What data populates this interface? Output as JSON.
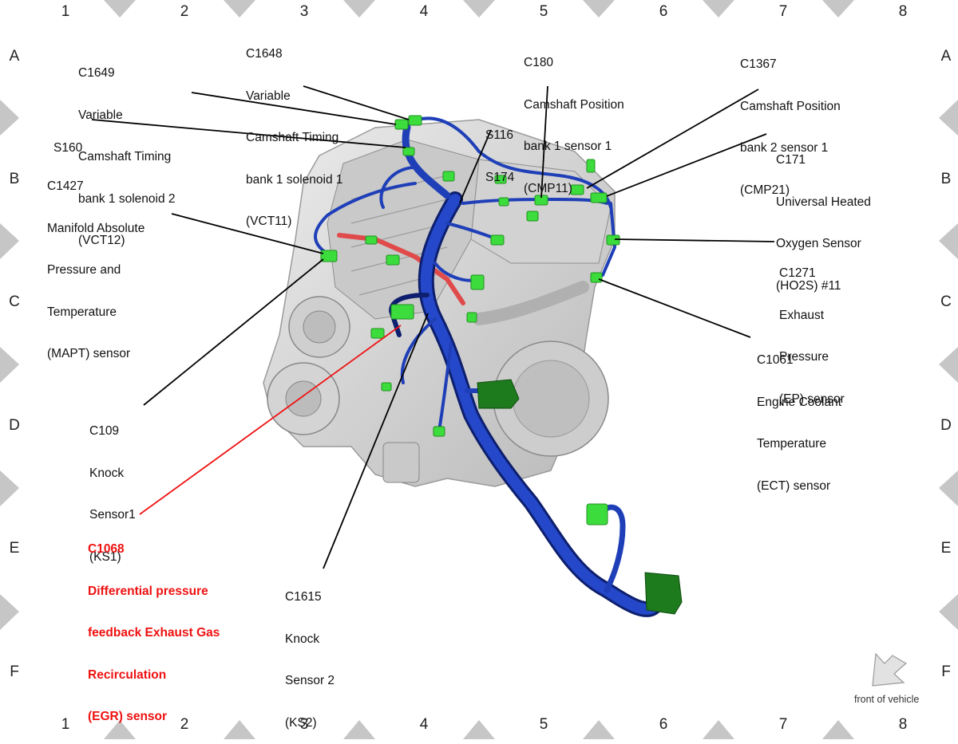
{
  "grid": {
    "columns": [
      "1",
      "2",
      "3",
      "4",
      "5",
      "6",
      "7",
      "8"
    ],
    "rows": [
      "A",
      "B",
      "C",
      "D",
      "E",
      "F"
    ]
  },
  "labels": {
    "c1649": [
      "C1649",
      "Variable",
      "Camshaft Timing",
      "bank 1 solenoid 2",
      "(VCT12)"
    ],
    "s160": [
      "S160"
    ],
    "c1648": [
      "C1648",
      "Variable",
      "Camshaft Timing",
      "bank 1 solenoid 1",
      "(VCT11)"
    ],
    "c180": [
      "C180",
      "Camshaft Position",
      "bank 1 sensor 1",
      "(CMP11)"
    ],
    "s116": [
      "S116",
      "S174"
    ],
    "c1367": [
      "C1367",
      "Camshaft Position",
      "bank 2 sensor 1",
      "(CMP21)"
    ],
    "c171": [
      "C171",
      "Universal Heated",
      "Oxygen Sensor",
      "(HO2S) #11"
    ],
    "c1427": [
      "C1427",
      "Manifold Absolute",
      "Pressure and",
      "Temperature",
      "(MAPT) sensor"
    ],
    "c1271": [
      "C1271",
      "Exhaust",
      "Pressure",
      "(EP) sensor"
    ],
    "c1061": [
      "C1061",
      "Engine Coolant",
      "Temperature",
      "(ECT) sensor"
    ],
    "c109": [
      "C109",
      "Knock",
      "Sensor1",
      "(KS1)"
    ],
    "c1068": [
      "C1068",
      "Differential pressure",
      "feedback Exhaust Gas",
      "Recirculation",
      "(EGR) sensor"
    ],
    "c1615": [
      "C1615",
      "Knock",
      "Sensor 2",
      "(KS2)"
    ]
  },
  "front_of_vehicle": "front of vehicle",
  "colors": {
    "harness": "#1f3fb8",
    "harness_dark": "#0d1f6e",
    "connector": "#3ddc3d",
    "connector_dark": "#1a7a1a",
    "engine": "#d6d6d6",
    "highlight": "#ee1111",
    "tab": "#c4c4c4"
  }
}
